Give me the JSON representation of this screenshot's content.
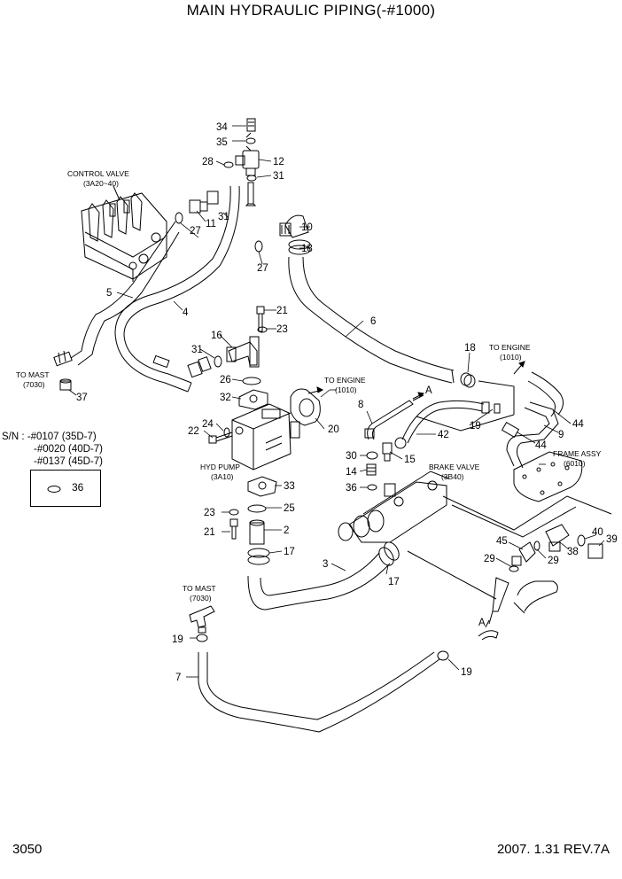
{
  "title": "MAIN HYDRAULIC PIPING(-#1000)",
  "footer": {
    "page": "3050",
    "revision": "2007. 1.31 REV.7A"
  },
  "serial_note": {
    "lines": [
      "S/N : -#0107 (35D-7)",
      "-#0020 (40D-7)",
      "-#0137 (45D-7)"
    ],
    "part": "36"
  },
  "labels": {
    "control_valve": [
      "CONTROL VALVE",
      "(3A20~40)"
    ],
    "to_mast_1": [
      "TO MAST",
      "(7030)"
    ],
    "to_mast_2": [
      "TO MAST",
      "(7030)"
    ],
    "hyd_pump": [
      "HYD PUMP",
      "(3A10)"
    ],
    "to_engine_1": [
      "TO ENGINE",
      "(1010)"
    ],
    "to_engine_2": [
      "TO ENGINE",
      "(1010)"
    ],
    "brake_valve": [
      "BRAKE VALVE",
      "(3B40)"
    ],
    "frame_assy": [
      "FRAME ASSY",
      "(6010)"
    ],
    "marker_a1": "A",
    "marker_a2": "A"
  },
  "callouts": [
    "34",
    "35",
    "28",
    "12",
    "31",
    "11",
    "27",
    "31",
    "10",
    "18",
    "27",
    "5",
    "4",
    "6",
    "37",
    "21",
    "23",
    "16",
    "31",
    "26",
    "32",
    "24",
    "22",
    "20",
    "8",
    "19",
    "42",
    "30",
    "15",
    "14",
    "36",
    "33",
    "25",
    "23",
    "2",
    "21",
    "17",
    "3",
    "17",
    "18",
    "44",
    "9",
    "44",
    "45",
    "29",
    "29",
    "38",
    "40",
    "39",
    "19",
    "19",
    "7"
  ]
}
